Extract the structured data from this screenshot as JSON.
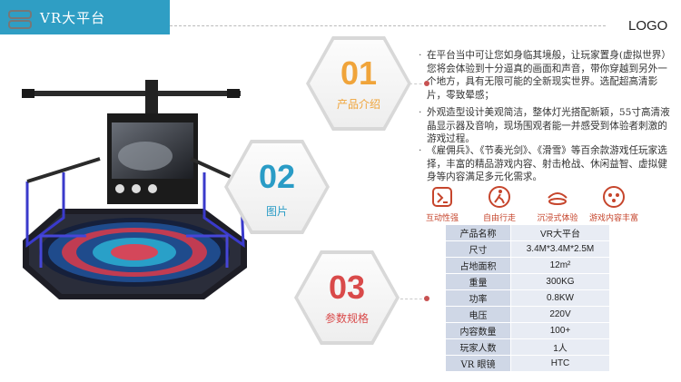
{
  "header": {
    "title": "VR大平台",
    "logo": "LOGO"
  },
  "sections": [
    {
      "num": "01",
      "label": "产品介绍",
      "color": "#f0a43a"
    },
    {
      "num": "02",
      "label": "图片",
      "color": "#2a9cc6"
    },
    {
      "num": "03",
      "label": "参数规格",
      "color": "#d94a4a"
    }
  ],
  "bullets": [
    "在平台当中可让您如身临其境般，让玩家置身(虚拟世界）您将会体验到十分逼真的画面和声音，带你穿越到另外一个地方，具有无限可能的全新现实世界。选配超高清影片，零致晕感；",
    "外观造型设计美观简洁，整体灯光搭配新颖，55寸高清液晶显示器及音响，现场围观者能一并感受到体验者刺激的游戏过程。",
    "《雇佣兵》、《节奏光剑》、《滑雪》等百余款游戏任玩家选择，丰富的精品游戏内容、射击枪战、休闲益智、虚拟健身等内容满足多元化需求。"
  ],
  "features": [
    {
      "icon": "interactive-icon",
      "label": "互动性强"
    },
    {
      "icon": "walking-person-icon",
      "label": "自由行走"
    },
    {
      "icon": "immersive-icon",
      "label": "沉浸式体验"
    },
    {
      "icon": "game-content-icon",
      "label": "游戏内容丰富"
    }
  ],
  "specs": [
    {
      "k": "产品名称",
      "v": "VR大平台"
    },
    {
      "k": "尺寸",
      "v": "3.4M*3.4M*2.5M"
    },
    {
      "k": "占地面积",
      "v": "12m²"
    },
    {
      "k": "重量",
      "v": "300KG"
    },
    {
      "k": "功率",
      "v": "0.8KW"
    },
    {
      "k": "电压",
      "v": "220V"
    },
    {
      "k": "内容数量",
      "v": "100+"
    },
    {
      "k": "玩家人数",
      "v": "1人"
    },
    {
      "k": "VR 眼镜",
      "v": "HTC"
    }
  ],
  "colors": {
    "accent": "#2f9ec4",
    "feature": "#c6452c"
  }
}
